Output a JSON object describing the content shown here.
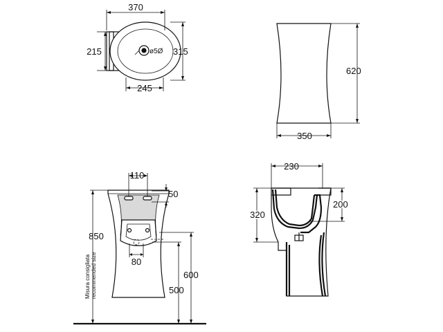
{
  "top_view": {
    "width": "370",
    "depth_left": "215",
    "depth_right": "315",
    "drain_diameter": "ø5Ø",
    "bottom_width": "245"
  },
  "side_view": {
    "height": "620",
    "width": "350"
  },
  "front_view": {
    "hole_spacing": "110",
    "hole_offset": "50",
    "total_height": "850",
    "drain_spacing": "80",
    "drain_height": "600",
    "connection_height": "500",
    "note_line1": "Misura consigliata",
    "note_line2": "recommended size"
  },
  "section_view": {
    "depth": "230",
    "height_left": "320",
    "height_right": "200"
  }
}
